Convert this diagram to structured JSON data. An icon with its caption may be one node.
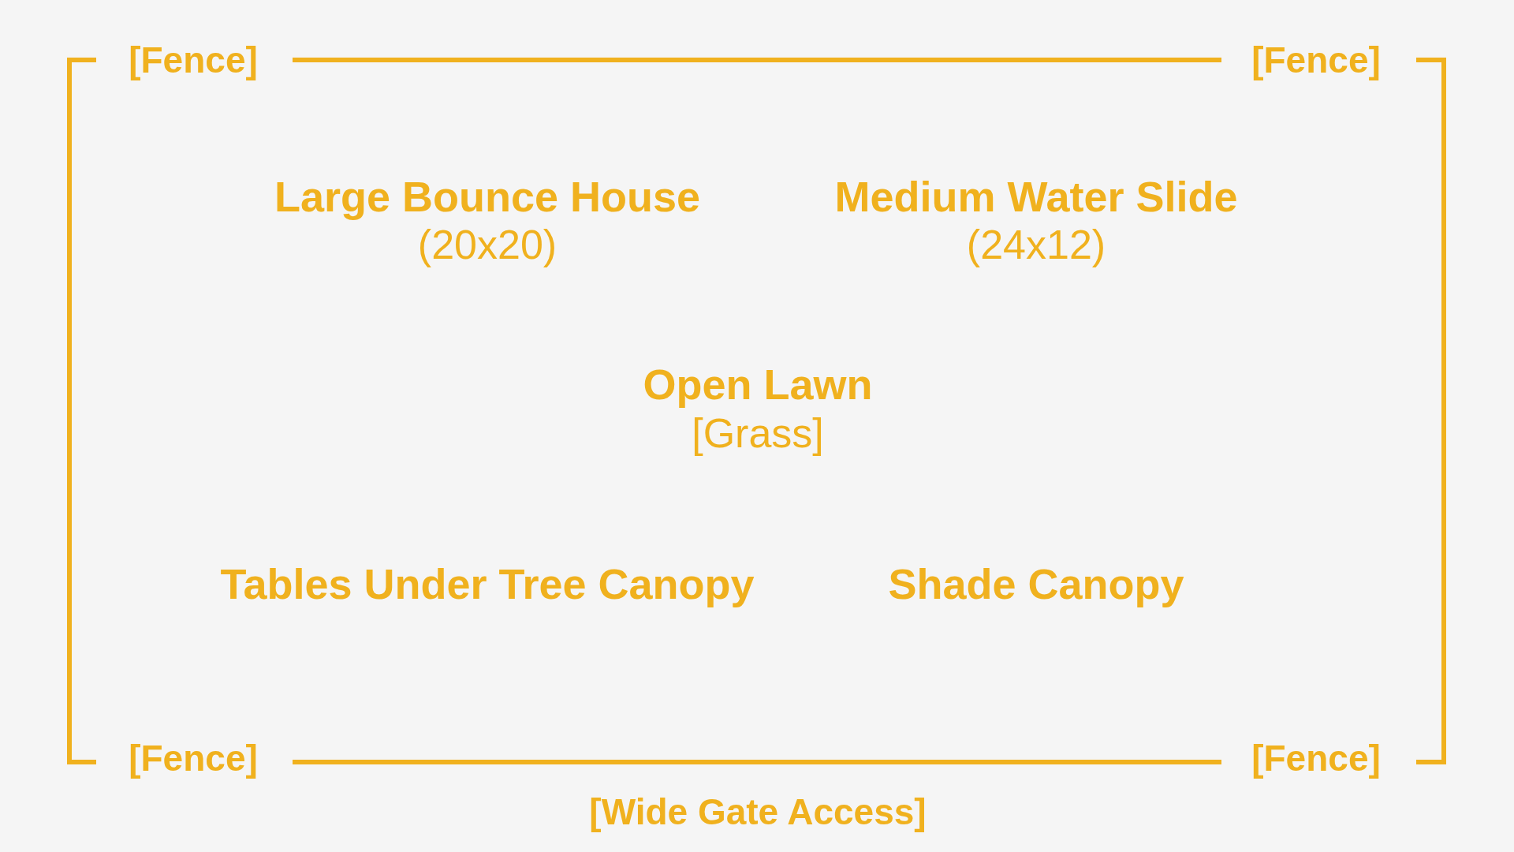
{
  "diagram": {
    "labels": [
      "[Fence]",
      "[Fence]",
      "Large Bounce House",
      "(20x20)",
      "Medium Water Slide",
      "(24x12)",
      "Open Lawn",
      "[Grass]",
      "Tables Under Tree Canopy",
      "Shade Canopy",
      "[Fence]",
      "[Fence]",
      "[Wide Gate Access]"
    ]
  }
}
